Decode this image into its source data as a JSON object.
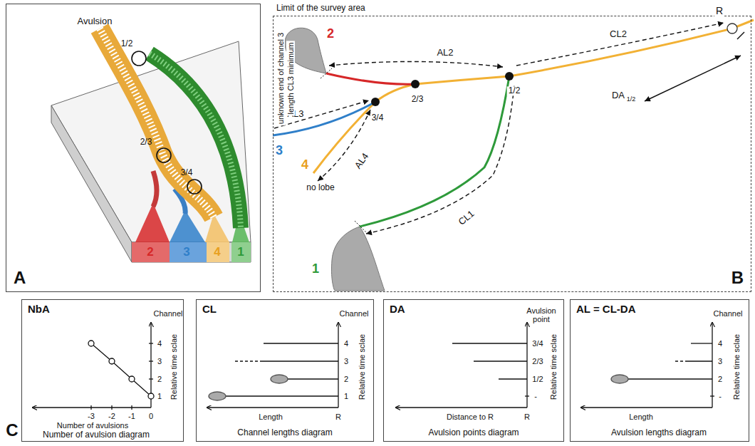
{
  "diagram": {
    "nodes": [
      {
        "text": [
          "A"
        ]
      },
      {
        "text": [
          "Limit of the survey area",
          "B"
        ]
      },
      {
        "text": [
          "NbA"
        ]
      },
      {
        "text": [
          "CL"
        ]
      },
      {
        "text": [
          "DA"
        ]
      },
      {
        "text": [
          "AL = CL-DA"
        ]
      }
    ],
    "labels": [
      "Avulsion",
      "1/2",
      "2/3",
      "3/4",
      "2",
      "3",
      "4",
      "1",
      "R",
      "2",
      "CL2",
      "AL2",
      "1/2",
      "2/3",
      "AL3",
      "3/4",
      "3",
      "unknown end of channel 3",
      "length CL3 minimum",
      "AL4",
      "4",
      "no lobe",
      "CL1",
      "DA",
      "1/2",
      "1",
      "Channel",
      "4",
      "3",
      "2",
      "1",
      "Relative time sclae",
      "-3",
      "-2",
      "-1",
      "0",
      "Number of avulsions",
      "Number of avulsion diagram",
      "Channel",
      "4",
      "3",
      "2",
      "1",
      "Relative time sclae",
      "Length",
      "R",
      "Channel lengths diagram",
      "Avulsion point",
      "3/4",
      "2/3",
      "1/2",
      "-",
      "Relative time sclae",
      "Distance to R",
      "R",
      "Avulsion points diagram",
      "Channel",
      "4",
      "3",
      "2",
      "-",
      "Relative time sclae",
      "Length",
      "Avulsion lengths diagram",
      "C"
    ]
  }
}
